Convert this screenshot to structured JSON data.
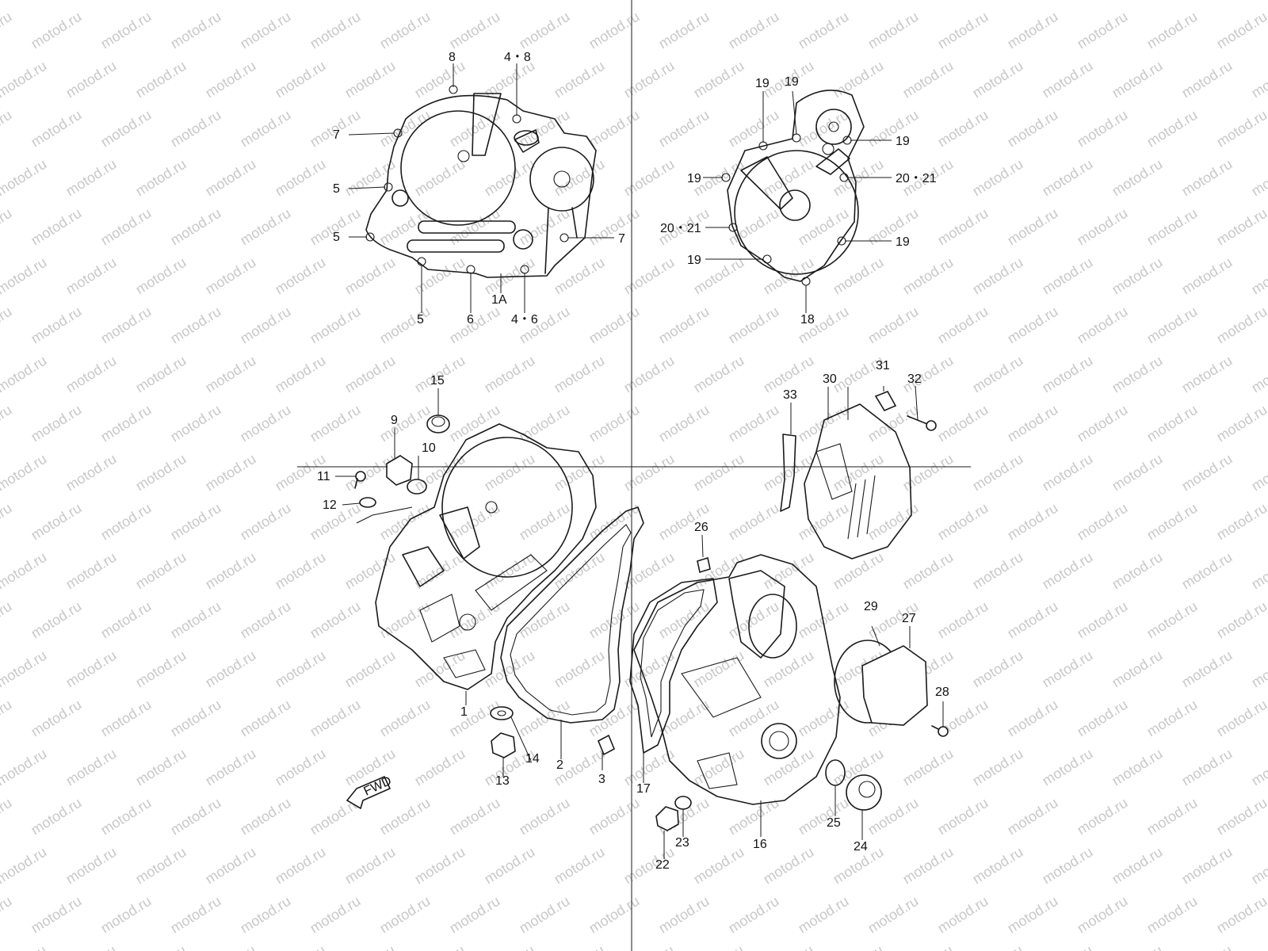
{
  "watermark": {
    "text": "motod.ru"
  },
  "fwd_label": "FWD",
  "callouts": [
    {
      "id": "c-8",
      "text": "8"
    },
    {
      "id": "c-4-8",
      "text": "4・8"
    },
    {
      "id": "c-7a",
      "text": "7"
    },
    {
      "id": "c-5a",
      "text": "5"
    },
    {
      "id": "c-5b",
      "text": "5"
    },
    {
      "id": "c-7b",
      "text": "7"
    },
    {
      "id": "c-5c",
      "text": "5"
    },
    {
      "id": "c-6",
      "text": "6"
    },
    {
      "id": "c-1a",
      "text": "1A"
    },
    {
      "id": "c-4-6",
      "text": "4・6"
    },
    {
      "id": "c-19a",
      "text": "19"
    },
    {
      "id": "c-19b",
      "text": "19"
    },
    {
      "id": "c-19c",
      "text": "19"
    },
    {
      "id": "c-19d",
      "text": "19"
    },
    {
      "id": "c-20-21a",
      "text": "20・21"
    },
    {
      "id": "c-20-21b",
      "text": "20・21"
    },
    {
      "id": "c-19e",
      "text": "19"
    },
    {
      "id": "c-19f",
      "text": "19"
    },
    {
      "id": "c-18",
      "text": "18"
    },
    {
      "id": "c-15",
      "text": "15"
    },
    {
      "id": "c-9",
      "text": "9"
    },
    {
      "id": "c-10",
      "text": "10"
    },
    {
      "id": "c-11",
      "text": "11"
    },
    {
      "id": "c-12",
      "text": "12"
    },
    {
      "id": "c-1",
      "text": "1"
    },
    {
      "id": "c-14",
      "text": "14"
    },
    {
      "id": "c-13",
      "text": "13"
    },
    {
      "id": "c-2",
      "text": "2"
    },
    {
      "id": "c-3",
      "text": "3"
    },
    {
      "id": "c-17",
      "text": "17"
    },
    {
      "id": "c-26",
      "text": "26"
    },
    {
      "id": "c-22",
      "text": "22"
    },
    {
      "id": "c-23",
      "text": "23"
    },
    {
      "id": "c-16",
      "text": "16"
    },
    {
      "id": "c-25",
      "text": "25"
    },
    {
      "id": "c-24",
      "text": "24"
    },
    {
      "id": "c-29",
      "text": "29"
    },
    {
      "id": "c-27",
      "text": "27"
    },
    {
      "id": "c-28",
      "text": "28"
    },
    {
      "id": "c-30",
      "text": "30"
    },
    {
      "id": "c-31",
      "text": "31"
    },
    {
      "id": "c-32",
      "text": "32"
    },
    {
      "id": "c-33",
      "text": "33"
    }
  ]
}
